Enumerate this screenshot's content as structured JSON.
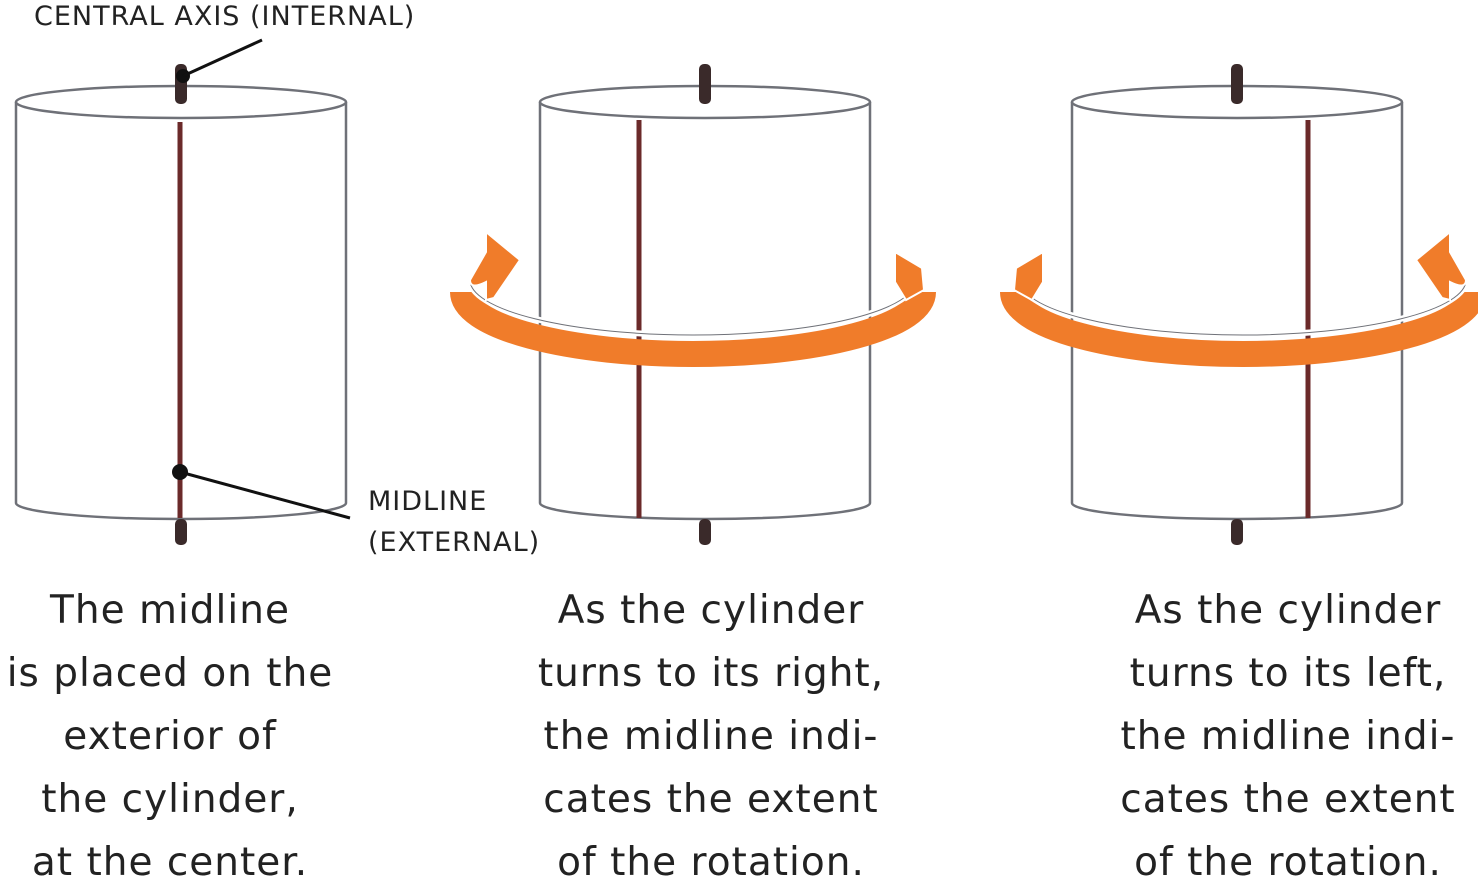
{
  "labels": {
    "central_axis": "CENTRAL AXIS (INTERNAL)",
    "midline_1": "MIDLINE",
    "midline_2": "(EXTERNAL)"
  },
  "captions": [
    [
      "The midline",
      "is placed on the",
      "exterior of",
      "the cylinder,",
      "at the center."
    ],
    [
      "As the cylinder",
      "turns to its right,",
      "the midline indi-",
      "cates the extent",
      "of the rotation."
    ],
    [
      "As the cylinder",
      "turns to its left,",
      "the midline indi-",
      "cates the extent",
      "of the rotation."
    ]
  ],
  "colors": {
    "outline": "#6f7178",
    "midline": "#6b2a2a",
    "axis": "#3a2a2a",
    "arrow": "#f07c2a"
  }
}
